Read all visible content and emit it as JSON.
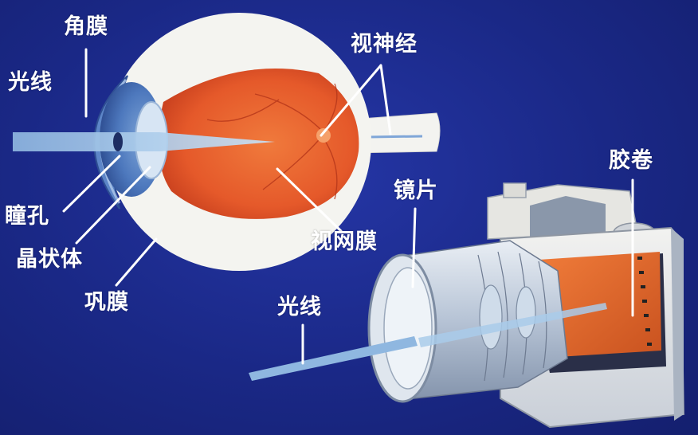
{
  "eye": {
    "labels": {
      "cornea": "角膜",
      "light": "光线",
      "pupil": "瞳孔",
      "lens": "晶状体",
      "sclera": "巩膜",
      "optic_nerve": "视神经",
      "retina": "视网膜"
    }
  },
  "camera": {
    "labels": {
      "lens": "镜片",
      "film": "胶卷",
      "light": "光线"
    }
  },
  "colors": {
    "background": "#1b2a8e",
    "retina": "#e8612a",
    "light_beam": "#9cc6e8",
    "sclera": "#f4f4f0",
    "label_text": "#ffffff"
  }
}
